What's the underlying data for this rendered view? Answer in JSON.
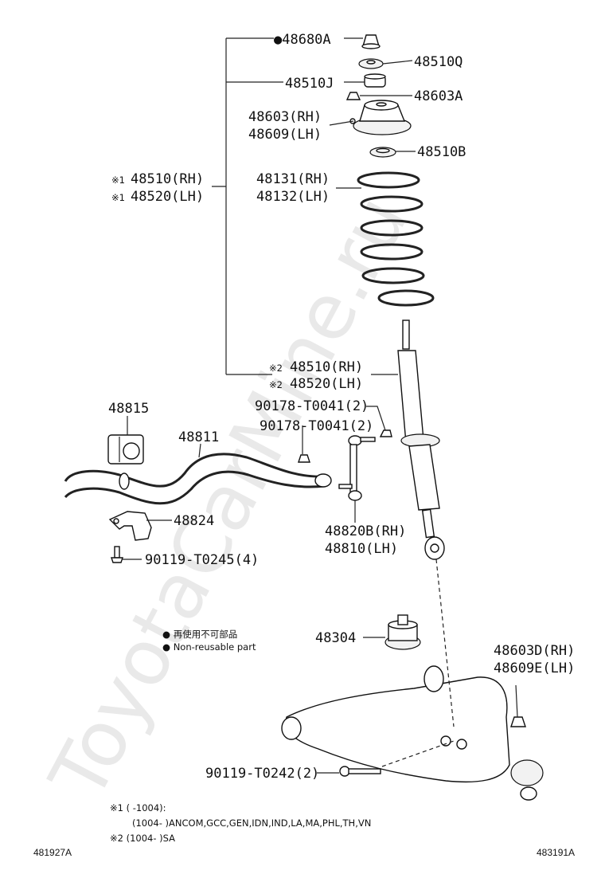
{
  "watermark": "ToyotaCarMine.ru",
  "labels": {
    "p48680A": "●48680A",
    "p48510Q": "48510Q",
    "p48510J": "48510J",
    "p48603A": "48603A",
    "p48603RH": "48603(RH)",
    "p48609LH": "48609(LH)",
    "p48510B": "48510B",
    "p48510RH_1": "48510(RH)",
    "p48520LH_1": "48520(LH)",
    "mark1a": "※1",
    "mark1b": "※1",
    "p48131RH": "48131(RH)",
    "p48132LH": "48132(LH)",
    "mark2a": "※2",
    "mark2b": "※2",
    "p48510RH_2": "48510(RH)",
    "p48520LH_2": "48520(LH)",
    "p90178a": "90178-T0041(2)",
    "p90178b": "90178-T0041(2)",
    "p48815": "48815",
    "p48811": "48811",
    "p48824": "48824",
    "p90119T0245": "90119-T0245(4)",
    "p48820B": "48820B(RH)",
    "p48810": "48810(LH)",
    "p48304": "48304",
    "p48603D": "48603D(RH)",
    "p48609E": "48609E(LH)",
    "p90119T0242": "90119-T0242(2)"
  },
  "legend": {
    "line1": "● 再使用不可部品",
    "line2": "● Non-reusable part"
  },
  "footnotes": {
    "n1a": "※1 (      -1004):",
    "n1b": "(1004-        )ANCOM,GCC,GEN,IDN,IND,LA,MA,PHL,TH,VN",
    "n2": "※2 (1004-        )SA"
  },
  "codes": {
    "left": "481927A",
    "right": "483191A"
  }
}
